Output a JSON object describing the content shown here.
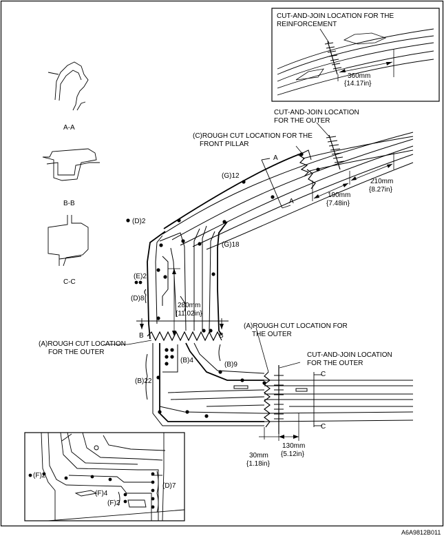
{
  "diagram": {
    "code": "A6A9812B011",
    "inset_top": {
      "label_line1": "CUT-AND-JOIN LOCATION FOR THE",
      "label_line2": "REINFORCEMENT",
      "dim_mm": "360mm",
      "dim_in": "{14.17in}"
    },
    "sections": {
      "aa": "A-A",
      "bb": "B-B",
      "cc": "C-C"
    },
    "labels": {
      "cut_join_outer_top_1": "CUT-AND-JOIN LOCATION",
      "cut_join_outer_top_2": "FOR THE OUTER",
      "rough_cut_front_1": "(C)ROUGH CUT LOCATION FOR THE",
      "rough_cut_front_2": "FRONT PILLAR",
      "g12": "(G)12",
      "g18": "(G)18",
      "d2": "(D)2",
      "e2": "(E)2",
      "d8": "(D)8",
      "b4": "(B)4",
      "b9": "(B)9",
      "b22": "(B)22",
      "rough_cut_left_1": "(A)ROUGH CUT LOCATION",
      "rough_cut_left_2": "FOR THE OUTER",
      "rough_cut_right_1": "(A)ROUGH CUT LOCATION FOR",
      "rough_cut_right_2": "THE OUTER",
      "cut_join_outer_bottom_1": "CUT-AND-JOIN LOCATION",
      "cut_join_outer_bottom_2": "FOR THE OUTER",
      "letter_a": "A",
      "letter_b": "B",
      "letter_c": "C"
    },
    "dimensions": {
      "d190_mm": "190mm",
      "d190_in": "{7.48in}",
      "d210_mm": "210mm",
      "d210_in": "{8.27in}",
      "d280_mm": "280mm",
      "d280_in": "{11.02in}",
      "d30_mm": "30mm",
      "d30_in": "{1.18in}",
      "d130_mm": "130mm",
      "d130_in": "{5.12in}"
    },
    "inset_bottom": {
      "f2_left": "(F)2",
      "f4": "(F)4",
      "f2_bottom": "(F)2",
      "d7": "(D)7"
    }
  }
}
